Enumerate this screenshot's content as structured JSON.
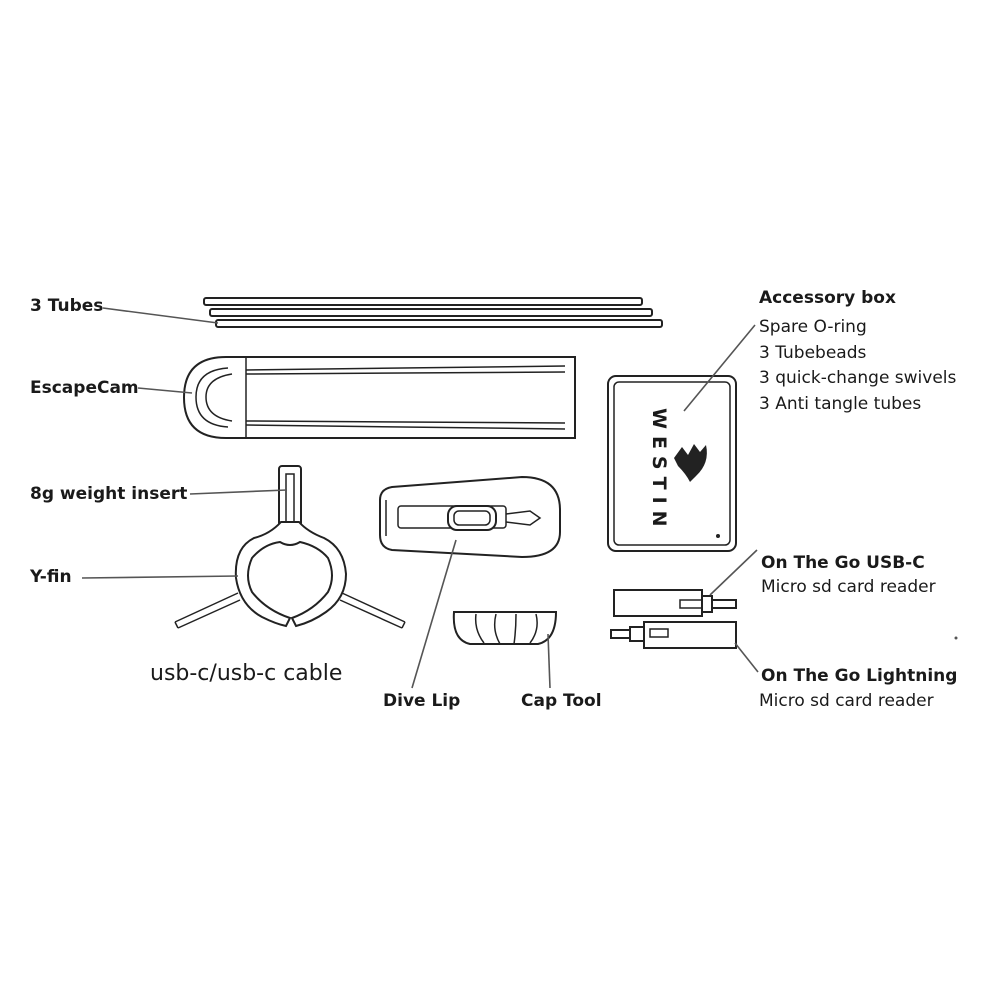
{
  "labels": {
    "tubes": "3 Tubes",
    "escapecam": "EscapeCam",
    "weight_insert": "8g weight insert",
    "yfin": "Y-fin",
    "cable": "usb-c/usb-c cable",
    "dive_lip": "Dive Lip",
    "cap_tool": "Cap Tool"
  },
  "accessory_box": {
    "title": "Accessory box",
    "items": [
      "Spare O-ring",
      "3 Tubebeads",
      "3 quick-change swivels",
      "3 Anti tangle tubes"
    ],
    "logo": "WESTIN"
  },
  "usb_c_reader": {
    "title": "On The Go USB-C",
    "subtitle": "Micro sd card reader"
  },
  "lightning_reader": {
    "title": "On The Go Lightning",
    "subtitle": "Micro sd card reader"
  }
}
